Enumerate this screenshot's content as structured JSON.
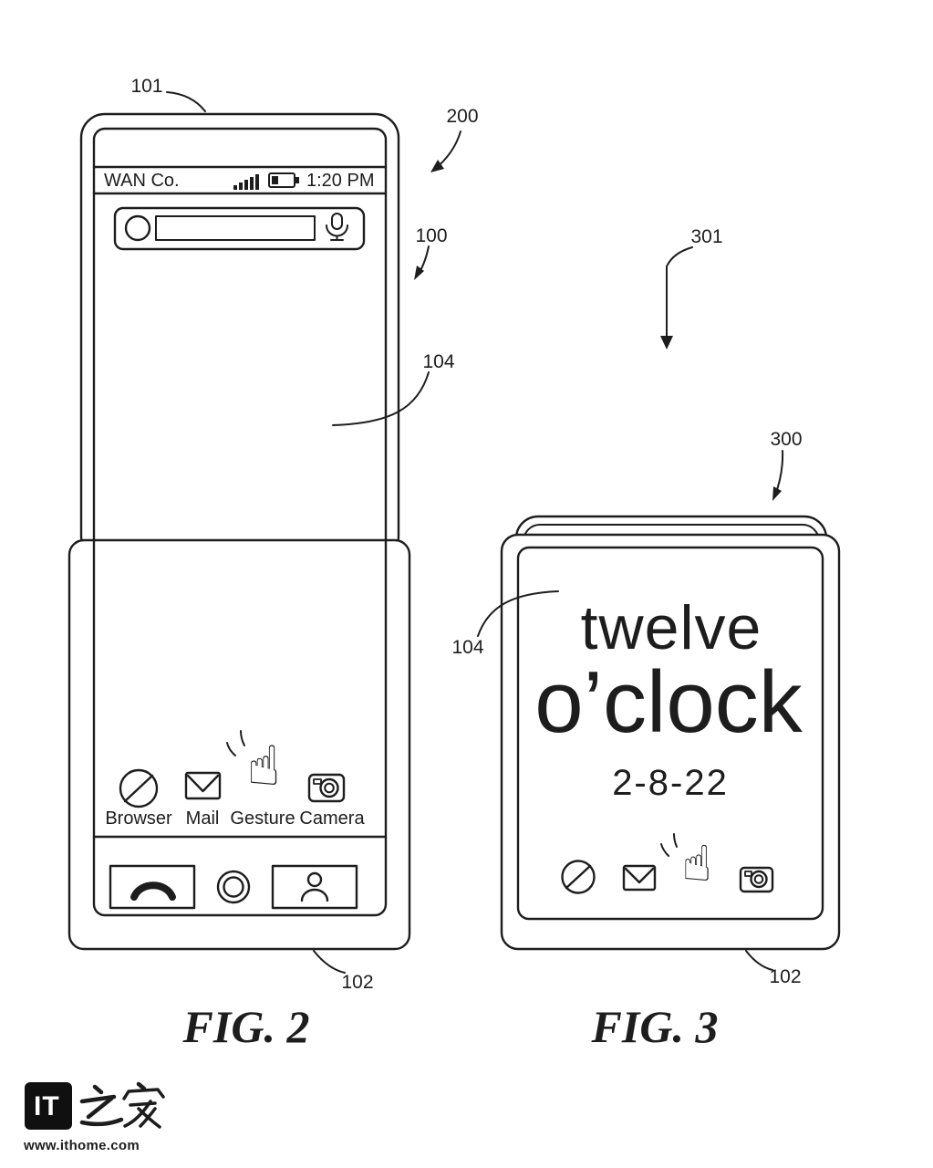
{
  "colors": {
    "ink": "#1d1d1d",
    "bg": "#ffffff"
  },
  "fig2": {
    "caption": "FIG. 2",
    "refs": {
      "r101": "101",
      "r200": "200",
      "r100": "100",
      "r104": "104",
      "r102": "102"
    },
    "status_bar": {
      "carrier": "WAN Co.",
      "time": "1:20 PM"
    },
    "app_labels": [
      "Browser",
      "Mail",
      "Gesture",
      "Camera"
    ]
  },
  "fig3": {
    "caption": "FIG. 3",
    "refs": {
      "r301": "301",
      "r300": "300",
      "r104": "104",
      "r102": "102"
    },
    "clock": {
      "line1": "twelve",
      "line2": "o’clock",
      "date": "2-8-22"
    }
  },
  "glyphs": {
    "gesture_hand": "☝"
  },
  "footer": {
    "logo_block": "IT",
    "logo_cjk": "之家",
    "url": "www.ithome.com"
  }
}
